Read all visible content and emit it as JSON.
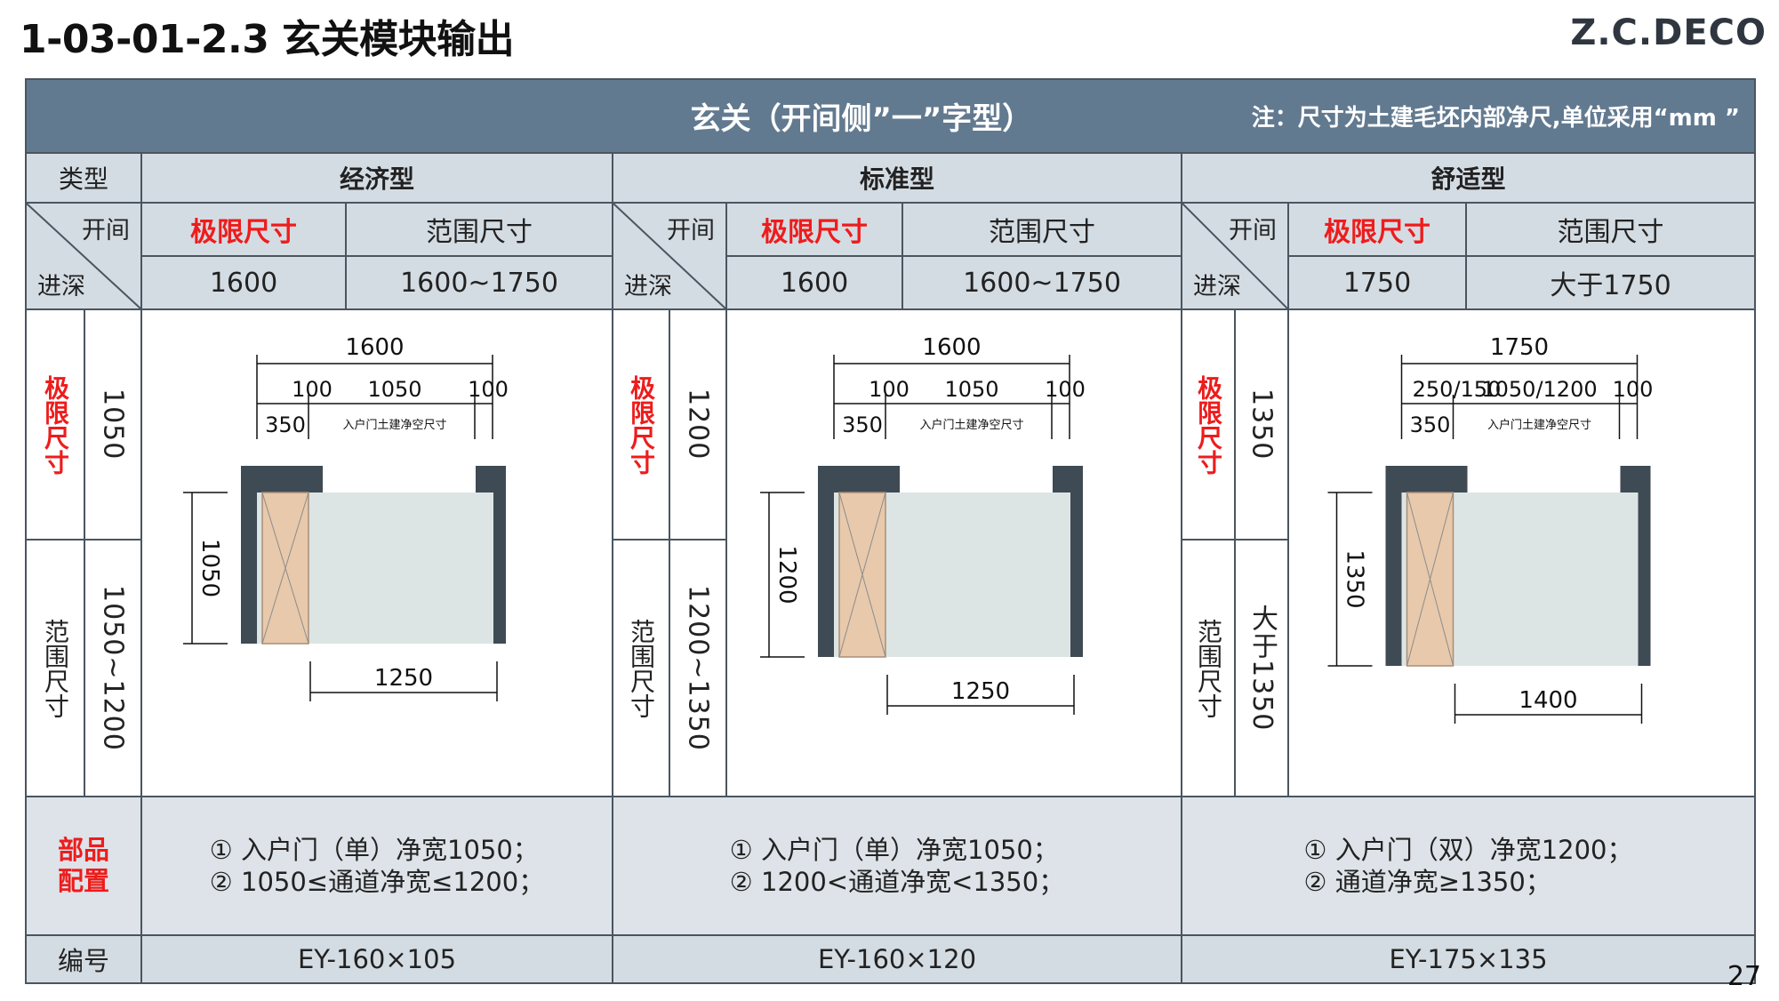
{
  "page": {
    "title": "1-03-01-2.3 玄关模块输出",
    "brand": "Z.C.DECO",
    "page_number": "27"
  },
  "table": {
    "header_title": "玄关（开间侧”一”字型）",
    "header_note": "注：尺寸为土建毛坯内部净尺,单位采用“mm ”",
    "type_label": "类型",
    "open_label": "开间",
    "depth_label": "进深",
    "limit_vertical": "极限尺寸",
    "range_vertical": "范围尺寸",
    "parts_label": "部品配置",
    "code_label": "编号",
    "columns": [
      {
        "name": "经济型",
        "limit_label": "极限尺寸",
        "range_label": "范围尺寸",
        "limit_width": "1600",
        "range_width": "1600~1750",
        "limit_depth": "1050",
        "range_depth": "1050~1200",
        "drawing": {
          "top_total": "1600",
          "left_seg": "100",
          "mid_seg": "1050",
          "right_seg": "100",
          "door_seg": "350",
          "door_note": "入户门土建净空尺寸",
          "side_dim": "1050",
          "bottom_dim": "1250"
        },
        "parts": [
          "① 入户门（单）净宽1050；",
          "② 1050≤通道净宽≤1200；"
        ],
        "code": "EY-160×105"
      },
      {
        "name": "标准型",
        "limit_label": "极限尺寸",
        "range_label": "范围尺寸",
        "limit_width": "1600",
        "range_width": "1600~1750",
        "limit_depth": "1200",
        "range_depth": "1200~1350",
        "drawing": {
          "top_total": "1600",
          "left_seg": "100",
          "mid_seg": "1050",
          "right_seg": "100",
          "door_seg": "350",
          "door_note": "入户门土建净空尺寸",
          "side_dim": "1200",
          "bottom_dim": "1250"
        },
        "parts": [
          "① 入户门（单）净宽1050；",
          "② 1200<通道净宽<1350；"
        ],
        "code": "EY-160×120"
      },
      {
        "name": "舒适型",
        "limit_label": "极限尺寸",
        "range_label": "范围尺寸",
        "limit_width": "1750",
        "range_width": "大于1750",
        "limit_depth": "1350",
        "range_depth": "大于1350",
        "drawing": {
          "top_total": "1750",
          "left_seg": "250/150",
          "mid_seg": "1050/1200",
          "right_seg": "100",
          "door_seg": "350",
          "door_note": "入户门土建净空尺寸",
          "side_dim": "1350",
          "bottom_dim": "1400"
        },
        "parts": [
          "① 入户门（双）净宽1200；",
          "② 通道净宽≥1350；"
        ],
        "code": "EY-175×135"
      }
    ]
  },
  "colors": {
    "header_bg": "#627a90",
    "cell_bg": "#d4dce3",
    "accent_red": "#ee1c1c",
    "wall": "#3e4a54",
    "door_fill": "#e8c9ab",
    "floor_fill": "#dde5e4"
  }
}
